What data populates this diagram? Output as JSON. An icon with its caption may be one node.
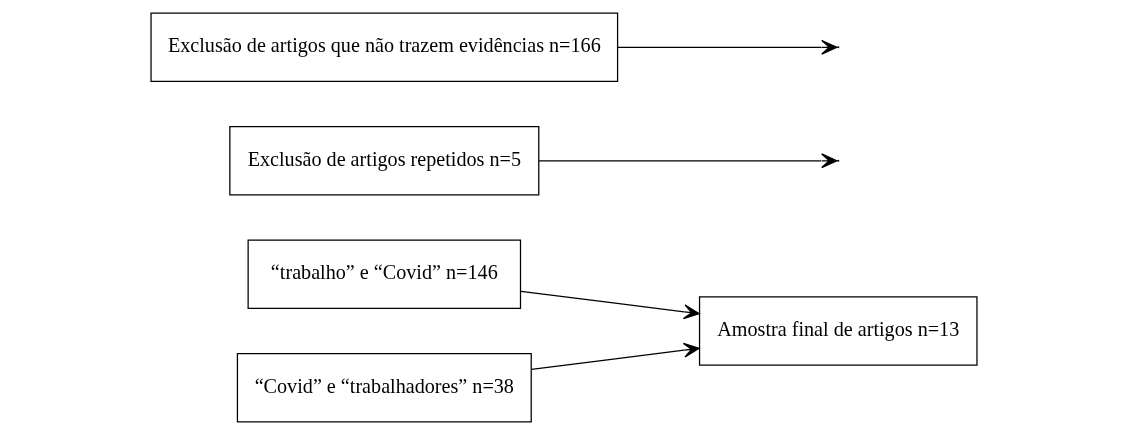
{
  "diagram": {
    "nodes": [
      {
        "text": [
          "“trabalho” e “Covid” n=146"
        ]
      },
      {
        "text": [
          "Exclusão de artigos repetidos n=5"
        ]
      },
      {
        "text": [
          "Amostra final de artigos n=13"
        ]
      },
      {
        "text": [
          "“Covid” e “trabalhadores” n=38"
        ]
      },
      {
        "text": [
          "Exclusão de artigos que não trazem evidências n=166"
        ]
      }
    ],
    "edges": [
      {
        "from": 0,
        "to": 2,
        "arrow": "to"
      },
      {
        "from": 3,
        "to": 2,
        "arrow": "to"
      },
      {
        "from": 1,
        "to": null,
        "arrow": "to"
      },
      {
        "from": 4,
        "to": null,
        "arrow": "to"
      }
    ]
  }
}
